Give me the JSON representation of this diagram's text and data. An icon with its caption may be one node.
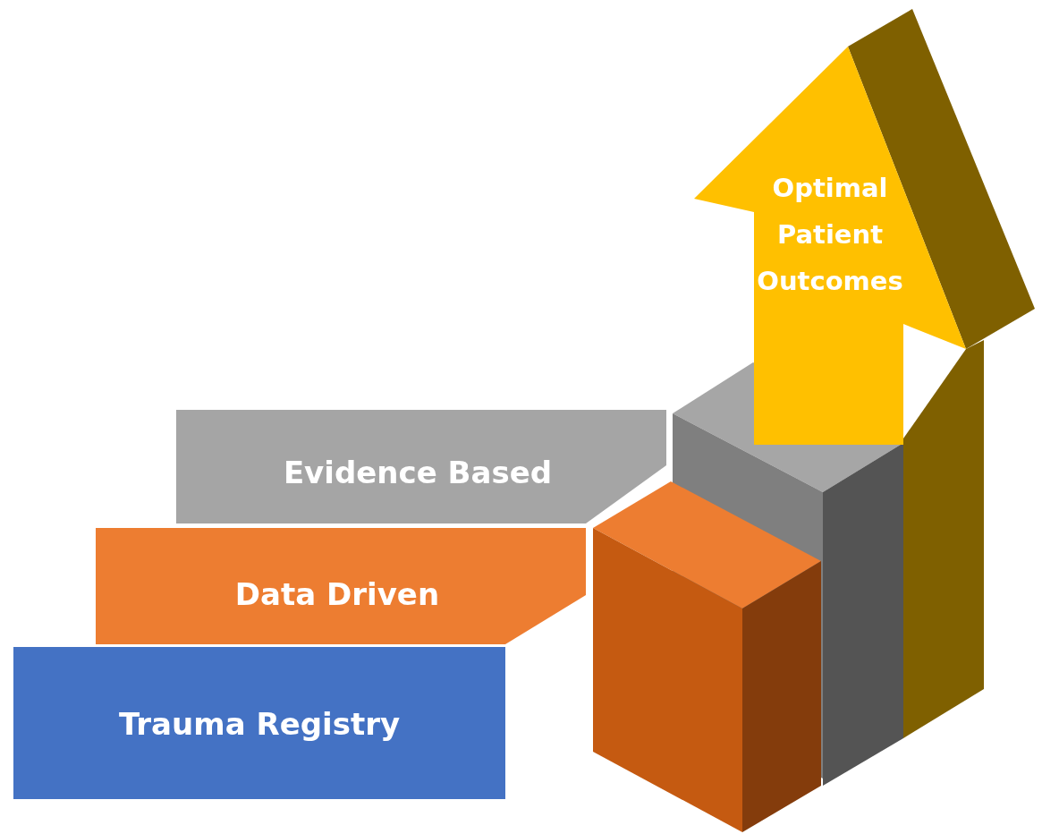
{
  "diagram": {
    "nodes": [
      {
        "text": [
          "Trauma Registry"
        ]
      },
      {
        "text": [
          "Data Driven"
        ]
      },
      {
        "text": [
          "Evidence Based"
        ]
      },
      {
        "text": [
          "Optimal Patient Outcomes"
        ]
      }
    ]
  }
}
